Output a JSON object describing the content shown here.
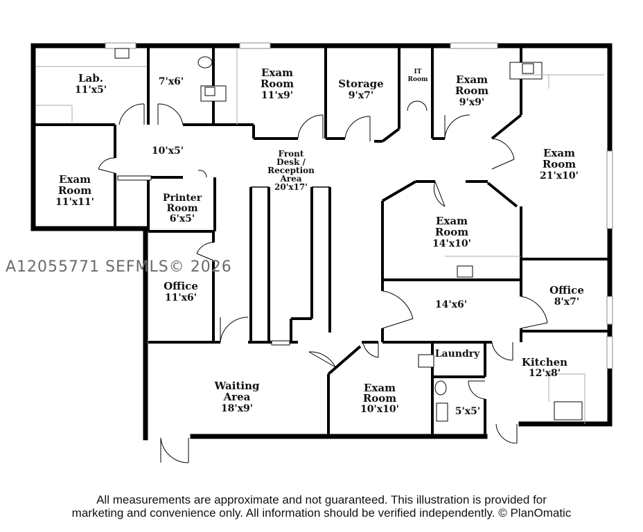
{
  "rooms": {
    "lab": {
      "name": "Lab.",
      "dim": "11'x5'"
    },
    "bath_top": {
      "dim": "7'x6'"
    },
    "exam_top_1": {
      "name1": "Exam",
      "name2": "Room",
      "dim": "11'x9'"
    },
    "storage": {
      "name": "Storage",
      "dim": "9'x7'"
    },
    "it_room": {
      "name1": "IT",
      "name2": "Room"
    },
    "exam_top_2": {
      "name1": "Exam",
      "name2": "Room",
      "dim": "9'x9'"
    },
    "hall_left": {
      "dim": "10'x5'"
    },
    "reception": {
      "name1": "Front",
      "name2": "Desk /",
      "name3": "Reception",
      "name4": "Area",
      "dim": "20'x17'"
    },
    "exam_right": {
      "name1": "Exam",
      "name2": "Room",
      "dim": "21'x10'"
    },
    "exam_left": {
      "name1": "Exam",
      "name2": "Room",
      "dim": "11'x11'"
    },
    "printer": {
      "name1": "Printer",
      "name2": "Room",
      "dim": "6'x5'"
    },
    "exam_center": {
      "name1": "Exam",
      "name2": "Room",
      "dim": "14'x10'"
    },
    "office_left": {
      "name": "Office",
      "dim": "11'x6'"
    },
    "hall_right": {
      "dim": "14'x6'"
    },
    "office_right": {
      "name": "Office",
      "dim": "8'x7'"
    },
    "laundry": {
      "name": "Laundry"
    },
    "kitchen": {
      "name": "Kitchen",
      "dim": "12'x8'"
    },
    "waiting": {
      "name1": "Waiting",
      "name2": "Area",
      "dim": "18'x9'"
    },
    "exam_bottom": {
      "name1": "Exam",
      "name2": "Room",
      "dim": "10'x10'"
    },
    "bath_bottom": {
      "dim": "5'x5'"
    }
  },
  "watermark": "A12055771  SEFMLS© 2026",
  "disclaimer": {
    "line1": "All measurements are approximate and not guaranteed. This illustration is provided for",
    "line2": "marketing and convenience only. All information should be verified independently. © PlanOmatic"
  }
}
